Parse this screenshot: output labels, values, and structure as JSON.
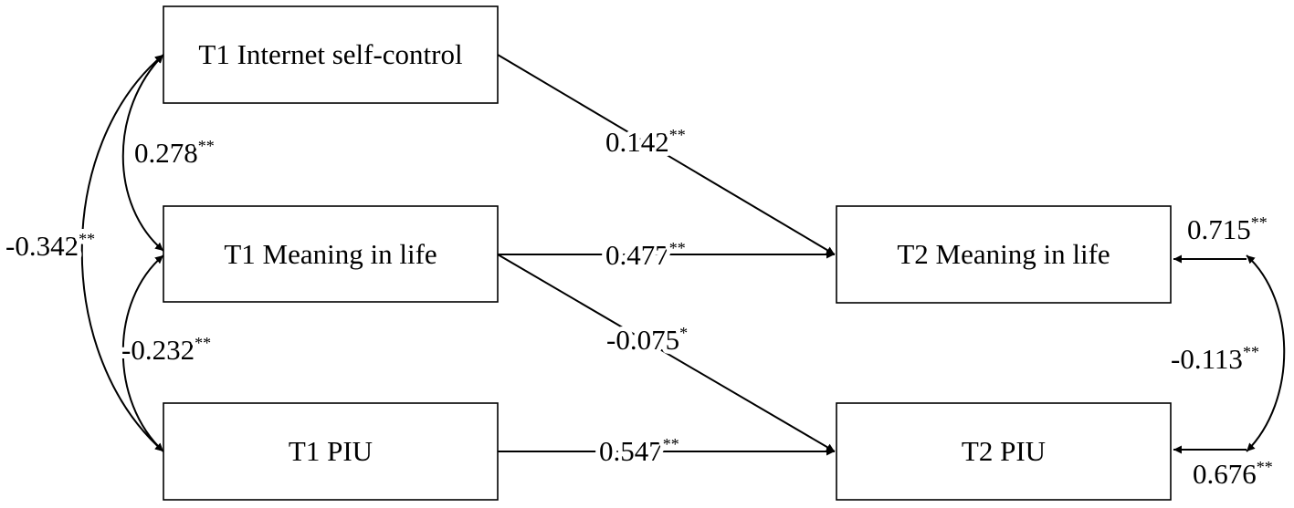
{
  "nodes": {
    "t1_self_control": "T1 Internet self-control",
    "t1_meaning": "T1 Meaning in life",
    "t1_piu": "T1 PIU",
    "t2_meaning": "T2 Meaning in life",
    "t2_piu": "T2 PIU"
  },
  "paths": {
    "self_control_to_t2_meaning": {
      "value": "0.142",
      "sig": "**"
    },
    "t1_meaning_to_t2_meaning": {
      "value": "0.477",
      "sig": "**"
    },
    "t1_meaning_to_t2_piu": {
      "value": "-0.075",
      "sig": "*"
    },
    "t1_piu_to_t2_piu": {
      "value": "0.547",
      "sig": "**"
    }
  },
  "correlations": {
    "self_control_meaning": {
      "value": "0.278",
      "sig": "**"
    },
    "self_control_piu": {
      "value": "-0.342",
      "sig": "**"
    },
    "meaning_piu": {
      "value": "-0.232",
      "sig": "**"
    },
    "t2_meaning_t2_piu": {
      "value": "-0.113",
      "sig": "**"
    }
  },
  "residuals": {
    "t2_meaning": {
      "value": "0.715",
      "sig": "**"
    },
    "t2_piu": {
      "value": "0.676",
      "sig": "**"
    }
  }
}
